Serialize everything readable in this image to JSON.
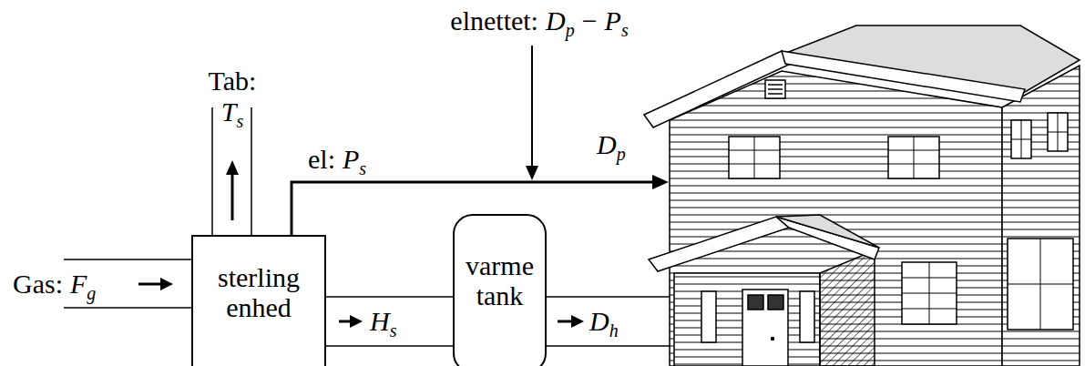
{
  "diagram": {
    "nodes": [
      {
        "text": [
          "sterling enhed"
        ]
      },
      {
        "text": [
          "varme tank"
        ]
      }
    ],
    "edges": [
      {
        "from": 0,
        "to": 1,
        "arrow": "to"
      }
    ],
    "labels": [
      "Gas:",
      "F",
      "g",
      "Tab:",
      "T",
      "s",
      "el:",
      "P",
      "s",
      "elnettet:",
      "D",
      "p",
      "−",
      "P",
      "s",
      "D",
      "p",
      "D",
      "h",
      "H",
      "s"
    ]
  }
}
